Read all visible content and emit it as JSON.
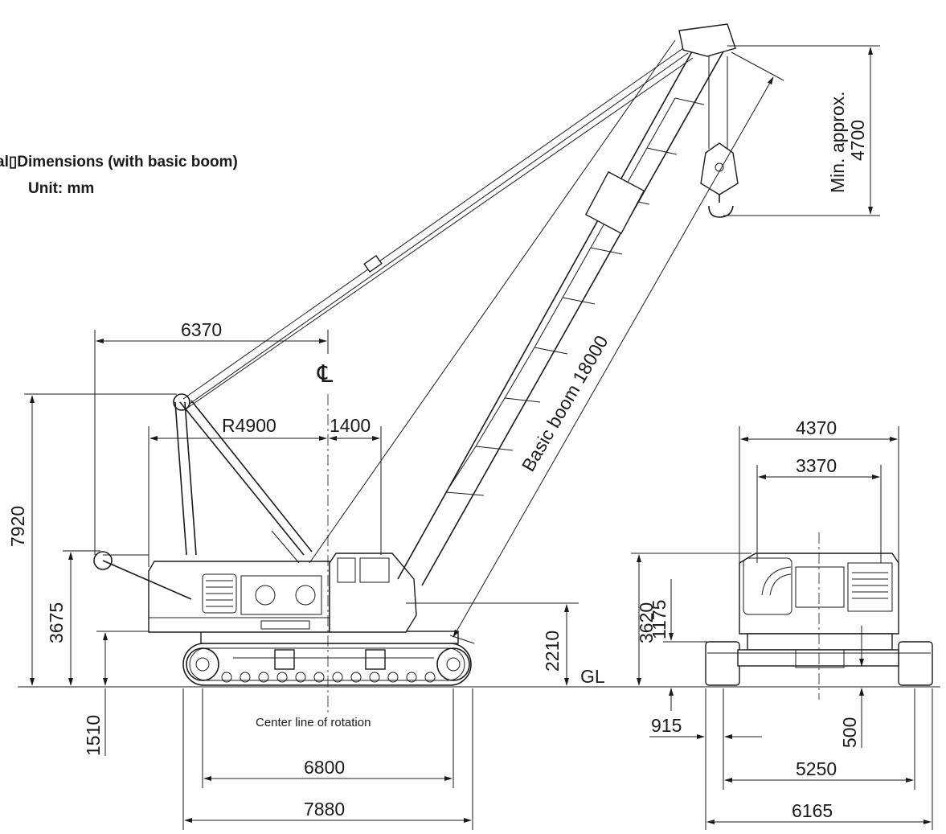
{
  "header": {
    "title": "al▯Dimensions (with basic boom)",
    "unit": "Unit: mm"
  },
  "labels": {
    "centerline_symbol": "℄",
    "center_line_of_rotation": "Center line of rotation",
    "ground_level": "GL",
    "basic_boom": "Basic boom 18000",
    "min_approx": "Min. approx.",
    "min_approx_value": "4700"
  },
  "side_view": {
    "d_6370": "6370",
    "d_R4900": "R4900",
    "d_1400": "1400",
    "d_7920": "7920",
    "d_3675": "3675",
    "d_1510": "1510",
    "d_2210": "2210",
    "d_6800": "6800",
    "d_7880": "7880"
  },
  "rear_view": {
    "d_4370": "4370",
    "d_3370": "3370",
    "d_3620": "3620",
    "d_1175": "1175",
    "d_915": "915",
    "d_500": "500",
    "d_5250": "5250",
    "d_6165": "6165"
  }
}
